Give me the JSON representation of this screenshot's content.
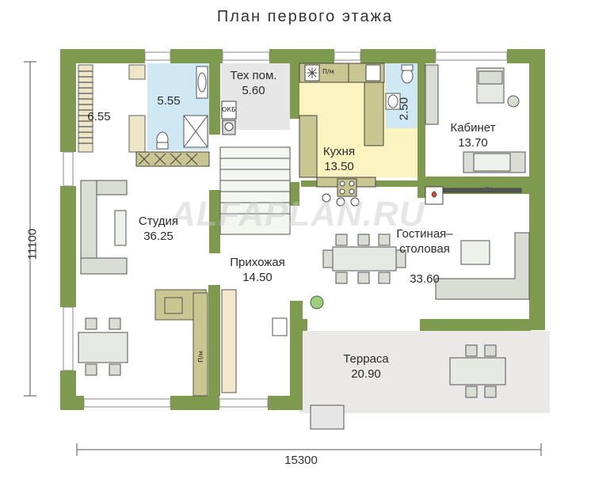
{
  "title": "План первого этажа",
  "dimensions": {
    "width": "15300",
    "height": "11100"
  },
  "watermark": "ALFAPLAN.RU",
  "rooms": [
    {
      "id": "closet",
      "name": "",
      "area": "6.55"
    },
    {
      "id": "bath1",
      "name": "",
      "area": "5.55"
    },
    {
      "id": "tech",
      "name": "Тех пом.",
      "area": "5.60"
    },
    {
      "id": "bath2",
      "name": "",
      "area": "2.50"
    },
    {
      "id": "cabinet",
      "name": "Кабинет",
      "area": "13.70"
    },
    {
      "id": "kitchen",
      "name": "Кухня",
      "area": "13.50"
    },
    {
      "id": "studio",
      "name": "Студия",
      "area": "36.25"
    },
    {
      "id": "living",
      "name": "Гостиная–\nстоловая",
      "area": "33.60"
    },
    {
      "id": "hall",
      "name": "Прихожая",
      "area": "14.50"
    },
    {
      "id": "terrace",
      "name": "Терраса",
      "area": "20.90"
    }
  ],
  "fixtures": {
    "tv": "TV",
    "pm1": "П/м",
    "pm2": "П/м",
    "boiler": "ОКБ"
  },
  "colors": {
    "wall": "#7d9a4e",
    "kitchen_floor": "#fbf4c0",
    "bath_floor": "#cfe8f4",
    "tech_floor": "#e6e6e6",
    "terrace_floor": "#ebe8e8",
    "counter": "#c9c691",
    "furniture": "#d9ddd3"
  }
}
